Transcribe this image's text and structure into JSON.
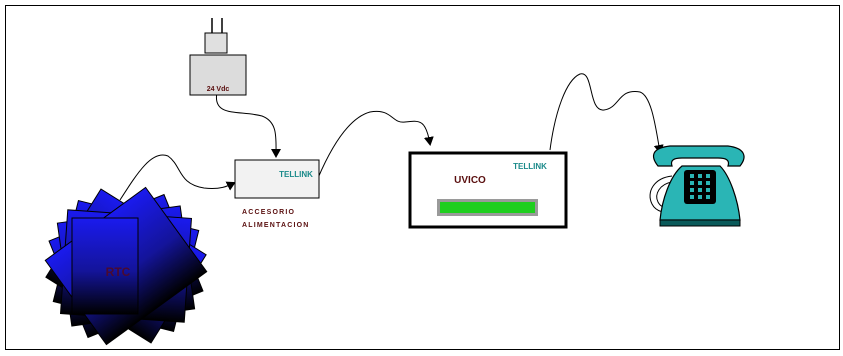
{
  "diagram": {
    "power_adapter": {
      "label": "24 Vdc"
    },
    "accessory": {
      "brand": "TELLINK",
      "caption_line1": "ACCESORIO",
      "caption_line2": "ALIMENTACION"
    },
    "uvico": {
      "name": "UVICO",
      "brand": "TELLINK"
    },
    "rtc": {
      "label": "RTC"
    },
    "telephone": {
      "icon": "telephone-icon"
    }
  },
  "colors": {
    "border": "#000000",
    "adapter_fill": "#dcdcdc",
    "accessory_fill": "#f2f2f2",
    "brand_text": "#1a8a8a",
    "dark_label": "#5a0f0f",
    "display_green": "#1fcf1f",
    "display_frame": "#9a9a9a",
    "phone_fill": "#2ab5b5",
    "phone_dark": "#0a5a5a",
    "rtc_blue": "#1a1aee",
    "rtc_dark": "#000000",
    "rtc_label": "#4a0a30"
  }
}
